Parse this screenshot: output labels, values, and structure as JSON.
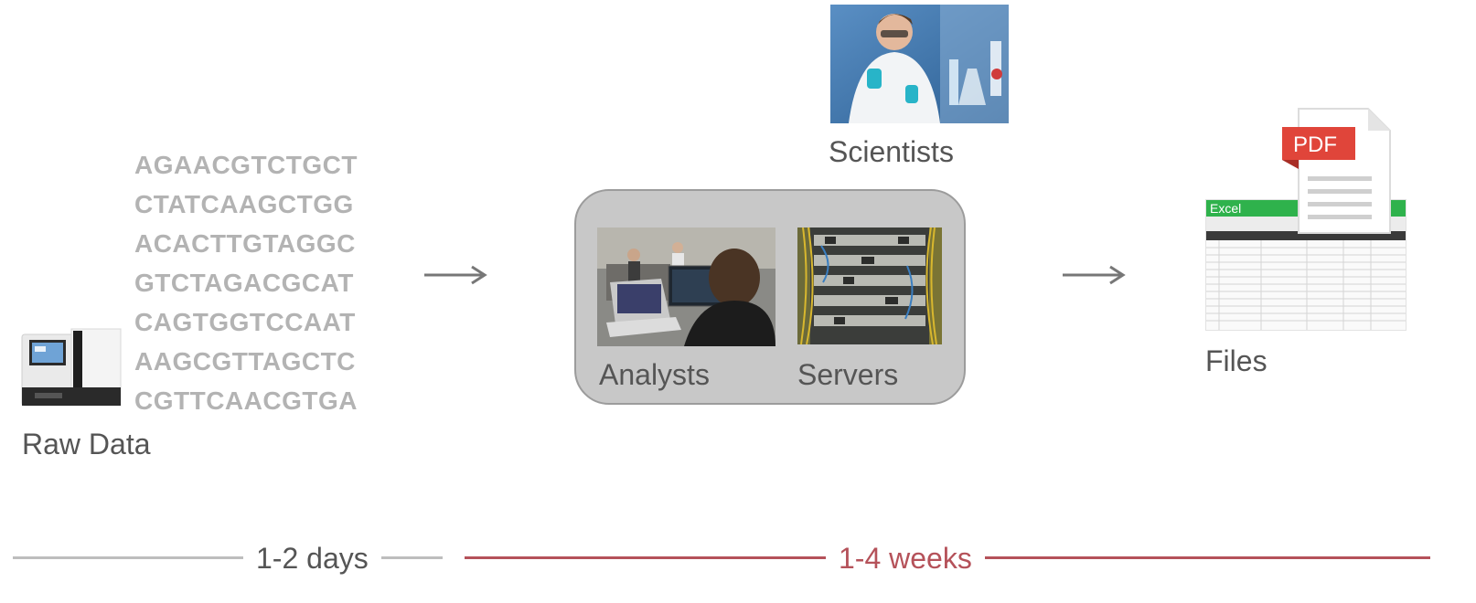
{
  "raw_data": {
    "label": "Raw Data",
    "sequences": [
      "AGAACGTCTGCT",
      "CTATCAAGCTGG",
      "ACACTTGTAGGC",
      "GTCTAGACGCAT",
      "CAGTGGTCCAAT",
      "AAGCGTTAGCTC",
      "CGTTCAACGTGA"
    ],
    "icon": "sequencer-machine-icon"
  },
  "scientists": {
    "label": "Scientists",
    "icon": "scientist-photo"
  },
  "pipeline": {
    "analysts_label": "Analysts",
    "servers_label": "Servers",
    "box_color": "#c8c8c8"
  },
  "files": {
    "label": "Files",
    "excel_label": "Excel",
    "pdf_label": "PDF",
    "excel_color": "#2fb24c",
    "pdf_color": "#e0453a"
  },
  "timeline": {
    "short_label": "1-2 days",
    "long_label": "1-4 weeks",
    "short_color": "#bdbdbd",
    "long_color": "#b5525a"
  }
}
